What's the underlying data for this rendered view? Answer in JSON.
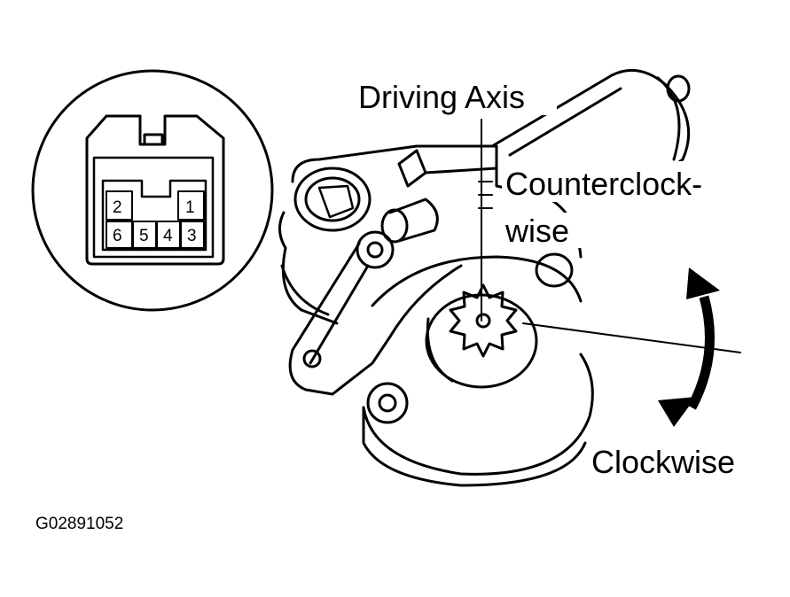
{
  "labels": {
    "driving_axis": "Driving Axis",
    "counterclockwise_line1": "Counterclock-",
    "counterclockwise_line2": "wise",
    "clockwise": "Clockwise",
    "figure_code": "G02891052"
  },
  "connector": {
    "pins_top": [
      "2",
      "1"
    ],
    "pins_bottom": [
      "6",
      "5",
      "4",
      "3"
    ]
  },
  "colors": {
    "line": "#000000",
    "background": "#ffffff"
  }
}
